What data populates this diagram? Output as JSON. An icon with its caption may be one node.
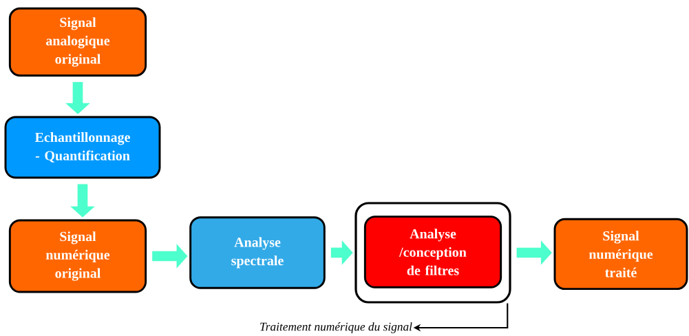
{
  "diagram": {
    "nodes": [
      {
        "text": [
          "Signal analogique original"
        ]
      },
      {
        "text": [
          "Echantillonnage - Quantification"
        ]
      },
      {
        "text": [
          "Signal numérique original"
        ]
      },
      {
        "text": [
          "Analyse spectrale"
        ]
      },
      {
        "text": [],
        "shape": "box"
      },
      {
        "text": [
          "Analyse /conception de filtres"
        ],
        "in": 4
      },
      {
        "text": [
          "Signal numérique traité"
        ]
      },
      {
        "text": [
          "Traitement numérique du signal"
        ]
      }
    ],
    "edges": [
      {
        "from": 0,
        "to": 1,
        "arrow": "to"
      },
      {
        "from": 1,
        "to": 2,
        "arrow": "to"
      },
      {
        "from": 2,
        "to": 3,
        "arrow": "to"
      },
      {
        "from": 3,
        "to": 4,
        "arrow": "to"
      },
      {
        "from": 4,
        "to": 6,
        "arrow": "to"
      },
      {
        "from": 4,
        "to": 7,
        "arrow": "to",
        "color": "#000000"
      }
    ]
  }
}
